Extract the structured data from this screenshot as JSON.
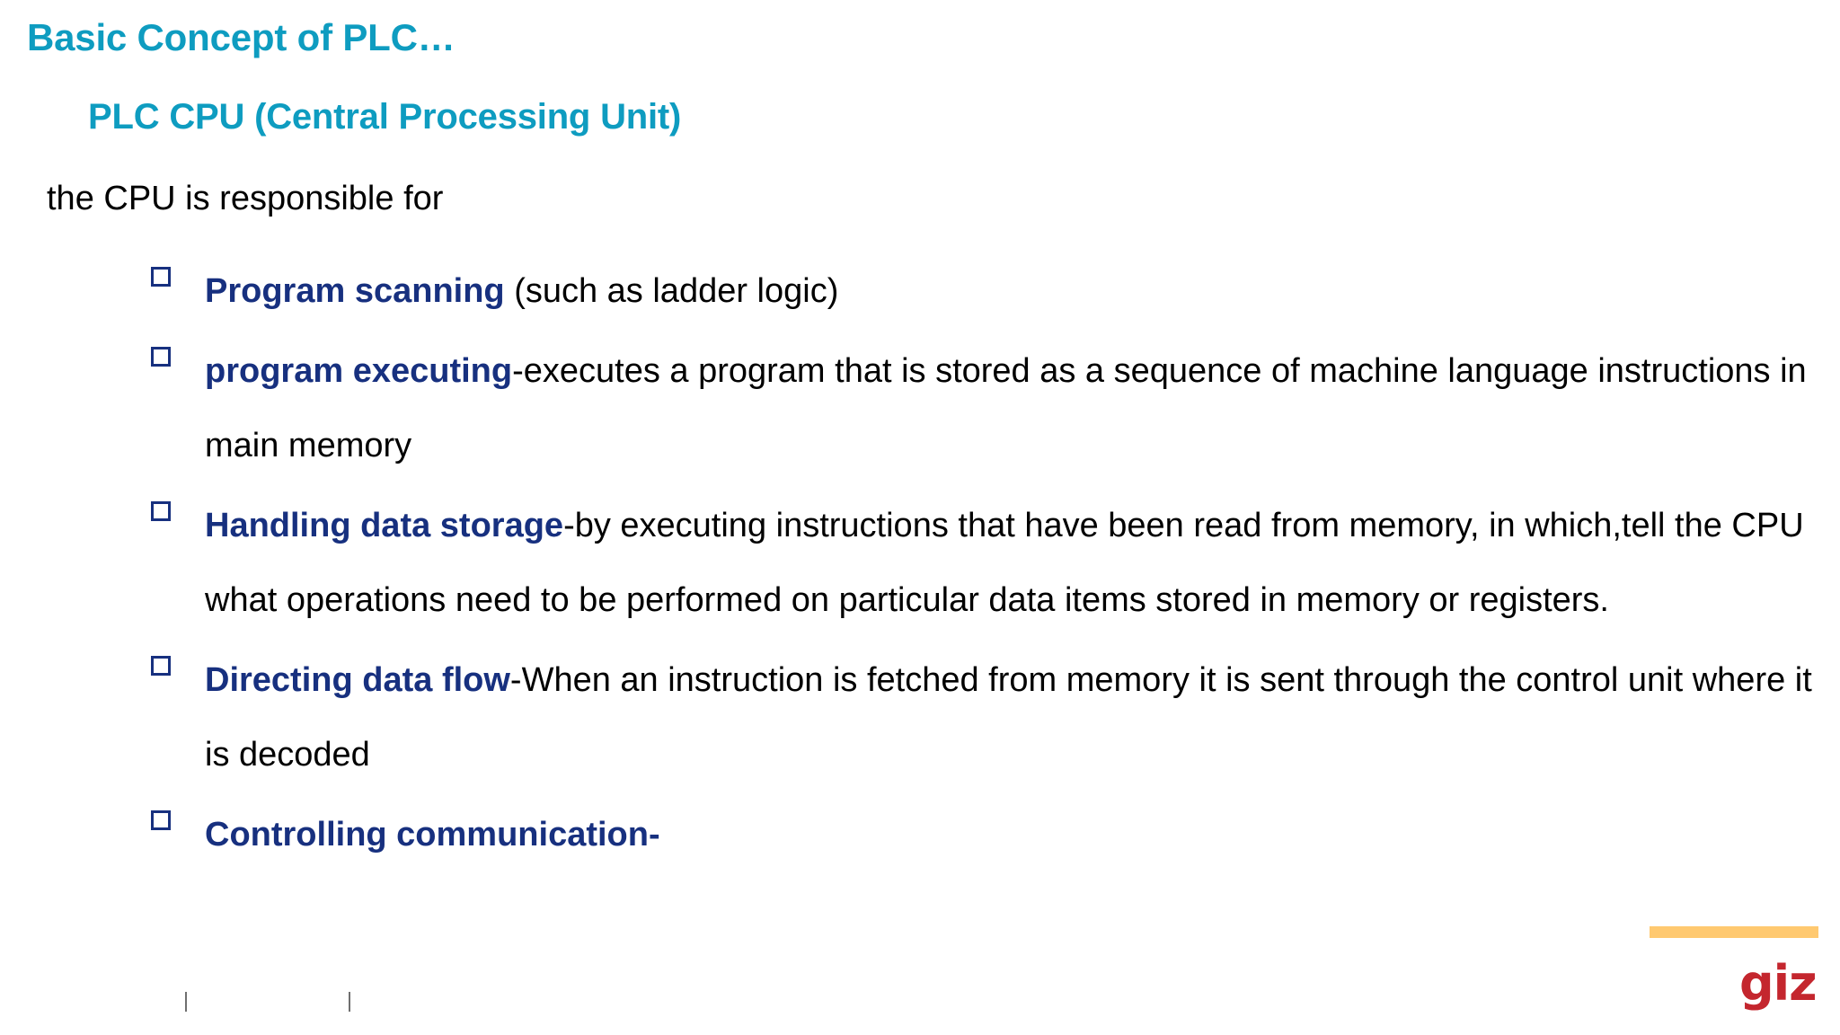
{
  "slide": {
    "title": "Basic Concept of PLC…",
    "subtitle": "PLC CPU (Central Processing Unit)",
    "lead_line": "the CPU is responsible for",
    "bullets": [
      {
        "term": "Program scanning",
        "rest": " (such as ladder logic)"
      },
      {
        "term": "program executing",
        "rest": "-executes a program that is  stored as a sequence of machine language instructions in main memory"
      },
      {
        "term": "Handling data storage",
        "rest": "-by executing instructions that have been read from memory, in which,tell the CPU what operations need to be performed on particular data items stored in memory or registers."
      },
      {
        "term": "Directing data flow",
        "rest": "-When an instruction is fetched from memory it is sent through the control unit where it is decoded"
      },
      {
        "term": "Controlling communication-",
        "rest": ""
      }
    ]
  },
  "footer": {
    "logo_text": "giz",
    "tick_marks": [
      "|",
      "|"
    ]
  },
  "colors": {
    "title_teal": "#0e9cc0",
    "bullet_navy": "#17307f",
    "body_black": "#000000",
    "logo_red": "#c4262e",
    "accent_orange": "#ffc970",
    "background": "#ffffff"
  }
}
